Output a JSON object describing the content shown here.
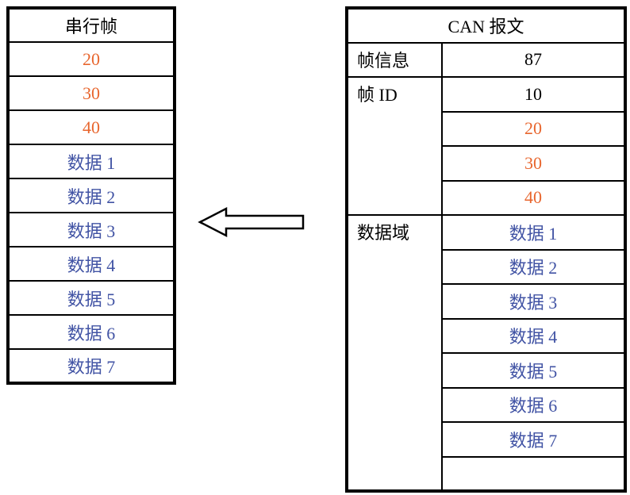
{
  "colors": {
    "orange": "#E8662E",
    "blue": "#4153A4",
    "black": "#000000",
    "border": "#000000",
    "background": "#FFFFFF"
  },
  "serial_table": {
    "title": "串行帧",
    "rows": [
      {
        "text": "20",
        "color": "orange"
      },
      {
        "text": "30",
        "color": "orange"
      },
      {
        "text": "40",
        "color": "orange"
      },
      {
        "text": "数据 1",
        "color": "blue"
      },
      {
        "text": "数据 2",
        "color": "blue"
      },
      {
        "text": "数据 3",
        "color": "blue"
      },
      {
        "text": "数据 4",
        "color": "blue"
      },
      {
        "text": "数据 5",
        "color": "blue"
      },
      {
        "text": "数据 6",
        "color": "blue"
      },
      {
        "text": "数据 7",
        "color": "blue"
      }
    ]
  },
  "can_table": {
    "title": "CAN 报文",
    "frame_info": {
      "label": "帧信息",
      "value": "87",
      "value_color": "black"
    },
    "frame_id": {
      "label": "帧 ID",
      "values": [
        {
          "text": "10",
          "color": "black"
        },
        {
          "text": "20",
          "color": "orange"
        },
        {
          "text": "30",
          "color": "orange"
        },
        {
          "text": "40",
          "color": "orange"
        }
      ]
    },
    "data_field": {
      "label": "数据域",
      "values": [
        {
          "text": "数据 1",
          "color": "blue"
        },
        {
          "text": "数据 2",
          "color": "blue"
        },
        {
          "text": "数据 3",
          "color": "blue"
        },
        {
          "text": "数据 4",
          "color": "blue"
        },
        {
          "text": "数据 5",
          "color": "blue"
        },
        {
          "text": "数据 6",
          "color": "blue"
        },
        {
          "text": "数据 7",
          "color": "blue"
        },
        {
          "text": "",
          "color": "black"
        }
      ]
    }
  },
  "arrow": {
    "icon": "left-block-arrow",
    "direction": "left"
  }
}
